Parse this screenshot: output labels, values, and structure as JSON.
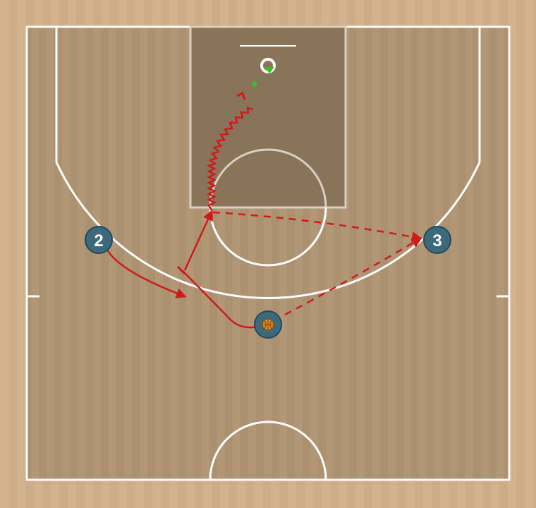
{
  "court": {
    "colors": {
      "outer_wood": "#d2b38e",
      "inner_wood": "#b09675",
      "paint": "#836d56",
      "lines": "#ffffff",
      "player_fill": "#3b6a7d",
      "player_stroke": "#27485a",
      "action": "#d01a1a",
      "ball": "#e08a1e",
      "shot_marker": "#22cc22"
    }
  },
  "players": [
    {
      "id": "p2",
      "label": "2",
      "has_ball": false
    },
    {
      "id": "p3",
      "label": "3",
      "has_ball": false
    },
    {
      "id": "p1",
      "label": "",
      "has_ball": true,
      "ball_icon": "basketball-icon"
    }
  ],
  "actions": [
    {
      "id": "cut-p2",
      "type": "cut",
      "from": "player-2",
      "to": "left-wing-below-arc"
    },
    {
      "id": "screen-p1",
      "type": "screen",
      "from": "player-1",
      "to": "top-of-key-left"
    },
    {
      "id": "roll-p1",
      "type": "cut",
      "from": "top-of-key-left",
      "to": "free-throw-elbow"
    },
    {
      "id": "dribble-p1",
      "type": "dribble",
      "from": "free-throw-elbow",
      "to": "basket"
    },
    {
      "id": "pass-1",
      "type": "pass",
      "from": "player-1",
      "to": "player-3"
    },
    {
      "id": "pass-2",
      "type": "pass",
      "from": "free-throw-elbow",
      "to": "player-3"
    },
    {
      "id": "shot",
      "type": "shot",
      "from": "near-basket",
      "to": "basket"
    }
  ]
}
